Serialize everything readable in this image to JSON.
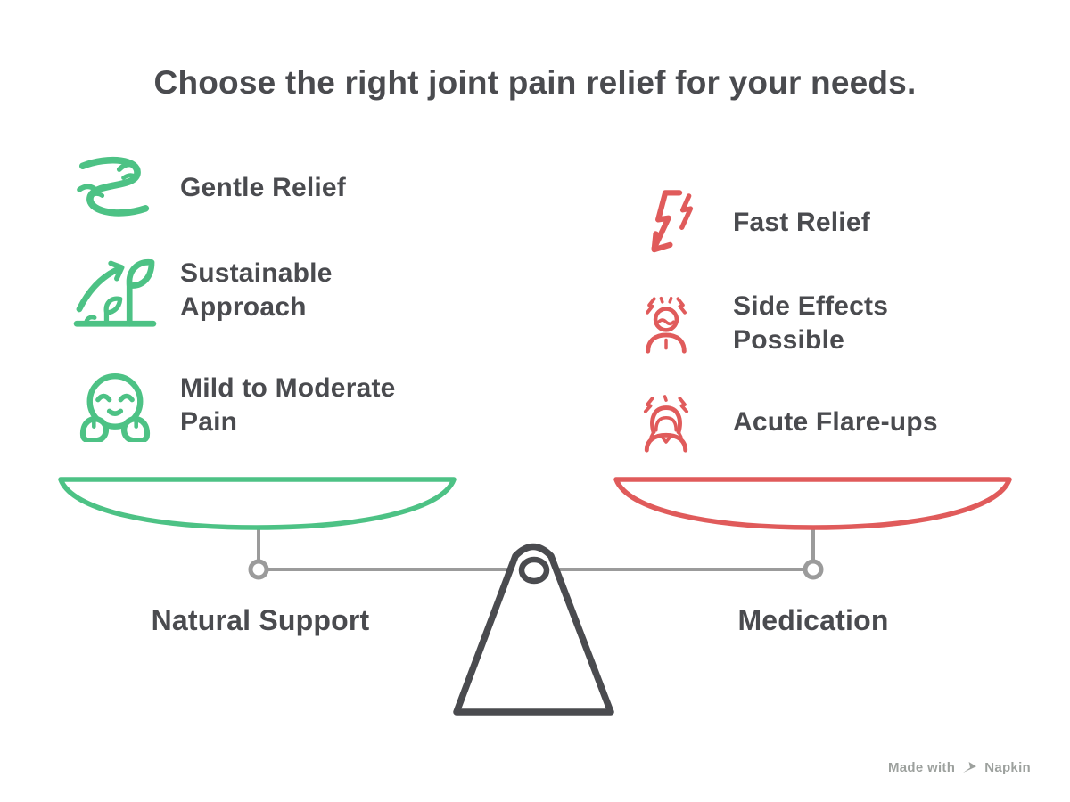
{
  "title": "Choose the right joint pain relief for your needs.",
  "left_side": {
    "label": "Natural Support",
    "accent_color": "#4DC285",
    "items": [
      {
        "icon": "stream-icon",
        "label": "Gentle Relief"
      },
      {
        "icon": "sprout-growth-icon",
        "label": "Sustainable Approach"
      },
      {
        "icon": "calm-face-icon",
        "label": "Mild to Moderate Pain"
      }
    ]
  },
  "right_side": {
    "label": "Medication",
    "accent_color": "#E05B5B",
    "items": [
      {
        "icon": "lightning-arrow-icon",
        "label": "Fast Relief"
      },
      {
        "icon": "stressed-person-icon",
        "label": "Side Effects Possible"
      },
      {
        "icon": "flare-up-person-icon",
        "label": "Acute Flare-ups"
      }
    ]
  },
  "scale": {
    "type": "balance-scale",
    "beam_color": "#9B9B9B",
    "fulcrum_color": "#4A4B4F",
    "left_dish_color": "#4DC285",
    "right_dish_color": "#E05B5B"
  },
  "footer": {
    "made_with": "Made with",
    "brand": "Napkin",
    "color": "#9DA19E"
  },
  "text_color": "#4A4B4F",
  "background_color": "#FFFFFF"
}
